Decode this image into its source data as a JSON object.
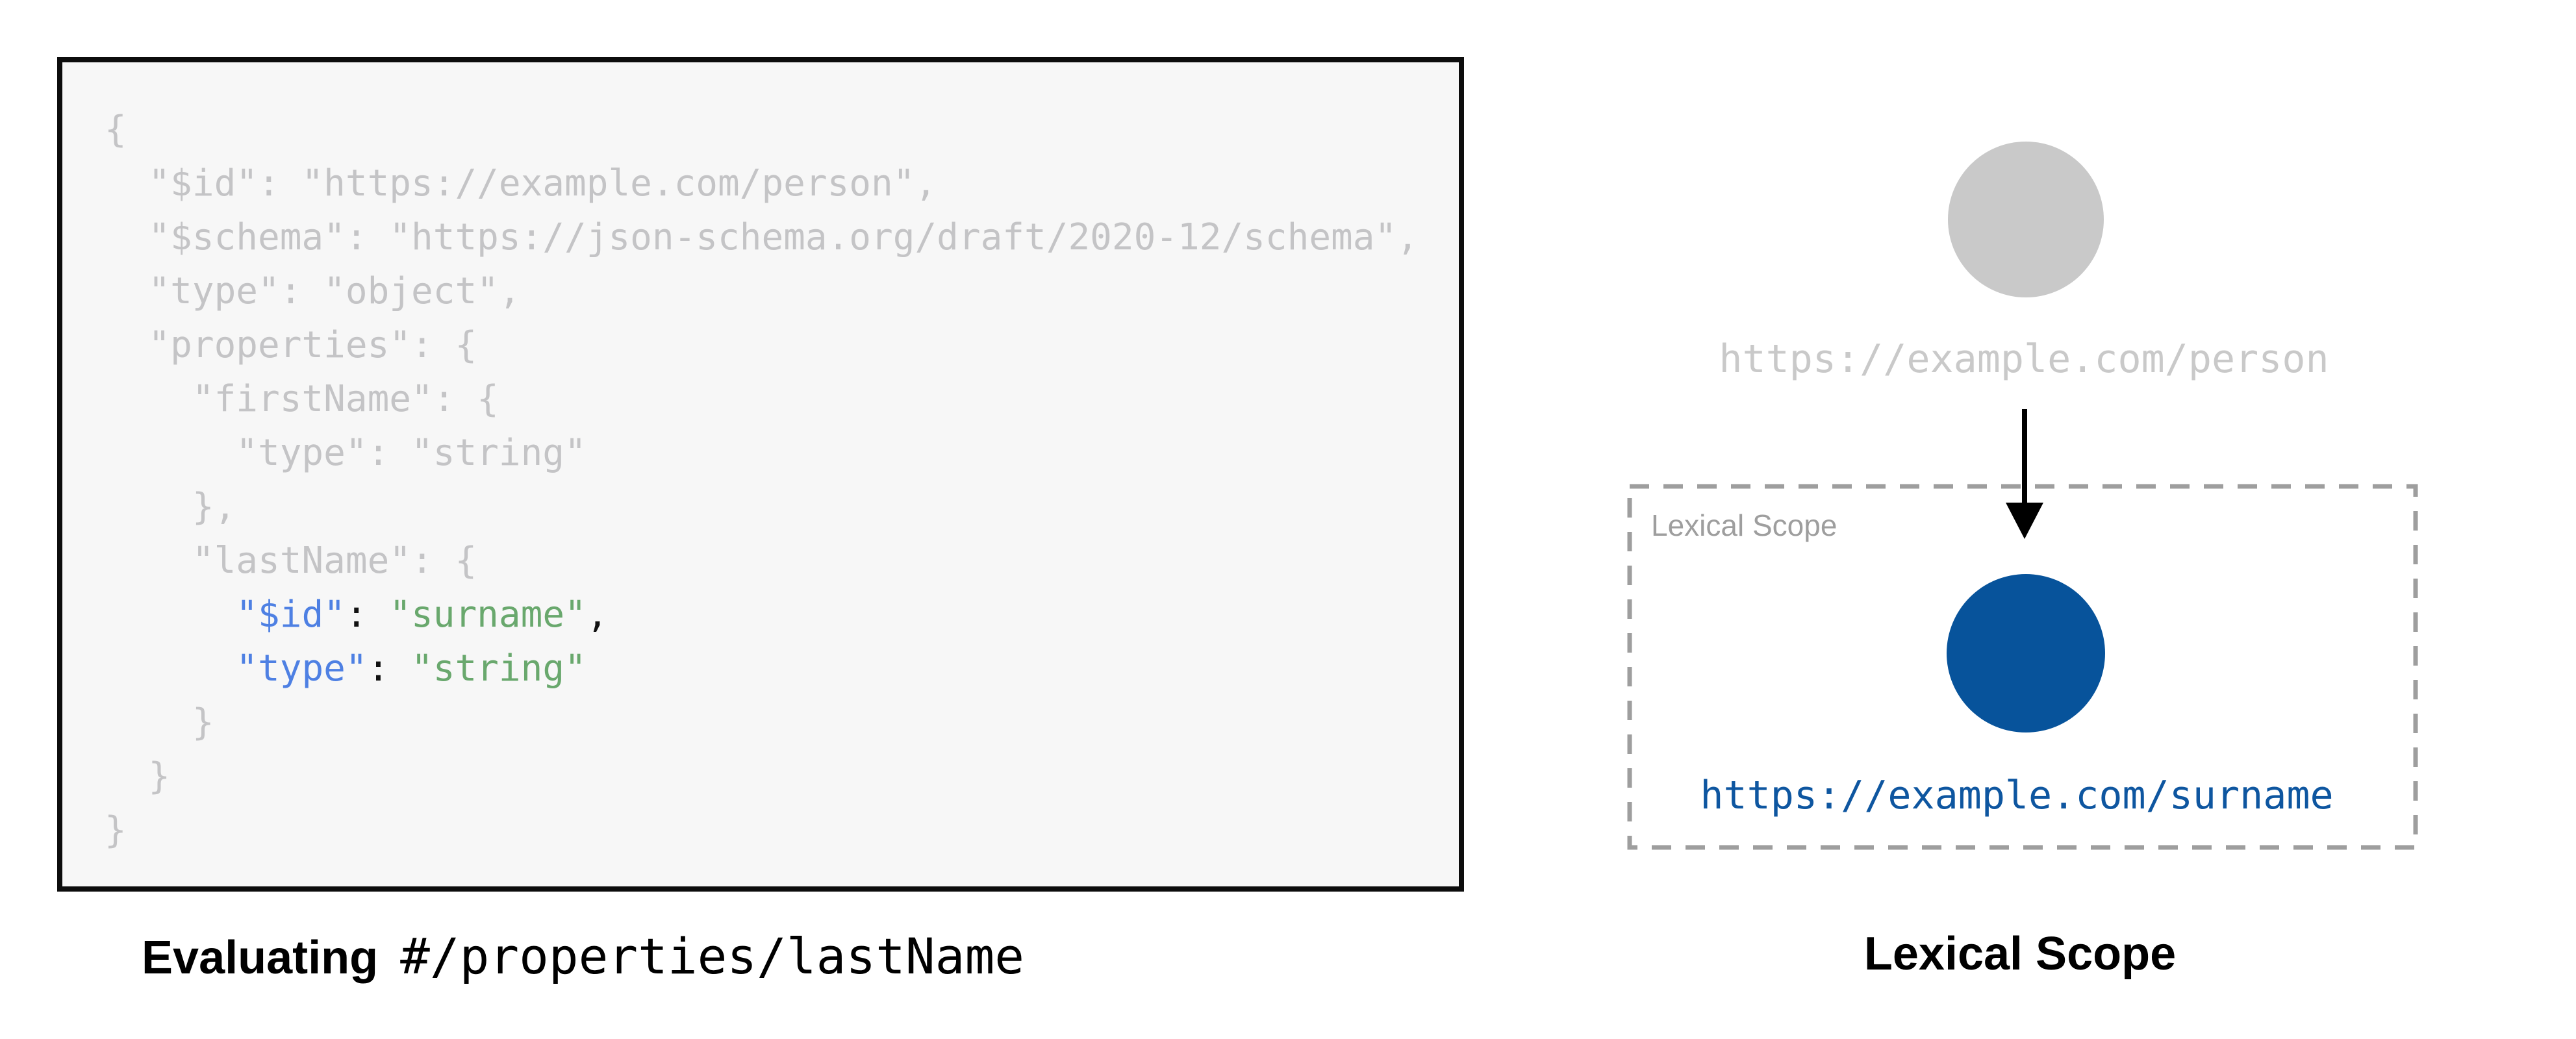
{
  "colors": {
    "code_box_bg": "#f7f7f7",
    "code_box_border": "#0d0d0d",
    "code_gray": "#c4c4c6",
    "key_blue": "#4e80e3",
    "string_green": "#69a86d",
    "punct_black": "#111111",
    "node_gray": "#c9c9c9",
    "node_blue": "#07539b",
    "url_blue": "#0e56a0",
    "scope_border": "#9e9e9e",
    "scope_label_gray": "#9e9e9e",
    "arrow_black": "#000000"
  },
  "code_panel": {
    "lines": [
      [
        {
          "t": "{",
          "c": "gray"
        }
      ],
      [
        {
          "t": "  \"$id\": \"https://example.com/person\",",
          "c": "gray"
        }
      ],
      [
        {
          "t": "  \"$schema\": \"https://json-schema.org/draft/2020-12/schema\",",
          "c": "gray"
        }
      ],
      [
        {
          "t": "  \"type\": \"object\",",
          "c": "gray"
        }
      ],
      [
        {
          "t": "  \"properties\": {",
          "c": "gray"
        }
      ],
      [
        {
          "t": "    \"firstName\": {",
          "c": "gray"
        }
      ],
      [
        {
          "t": "      \"type\": \"string\"",
          "c": "gray"
        }
      ],
      [
        {
          "t": "    },",
          "c": "gray"
        }
      ],
      [
        {
          "t": "    \"lastName\": {",
          "c": "gray"
        }
      ],
      [
        {
          "t": "      ",
          "c": "gray"
        },
        {
          "t": "\"$id\"",
          "c": "blue"
        },
        {
          "t": ": ",
          "c": "black"
        },
        {
          "t": "\"surname\"",
          "c": "green"
        },
        {
          "t": ",",
          "c": "black"
        }
      ],
      [
        {
          "t": "      ",
          "c": "gray"
        },
        {
          "t": "\"type\"",
          "c": "blue"
        },
        {
          "t": ": ",
          "c": "black"
        },
        {
          "t": "\"string\"",
          "c": "green"
        }
      ],
      [
        {
          "t": "    }",
          "c": "gray"
        }
      ],
      [
        {
          "t": "  }",
          "c": "gray"
        }
      ],
      [
        {
          "t": "}",
          "c": "gray"
        }
      ]
    ],
    "caption_prefix": "Evaluating",
    "caption_pointer": "#/properties/lastName"
  },
  "scope_panel": {
    "person_uri": "https://example.com/person",
    "scope_box_label": "Lexical Scope",
    "surname_uri": "https://example.com/surname",
    "caption": "Lexical Scope"
  }
}
